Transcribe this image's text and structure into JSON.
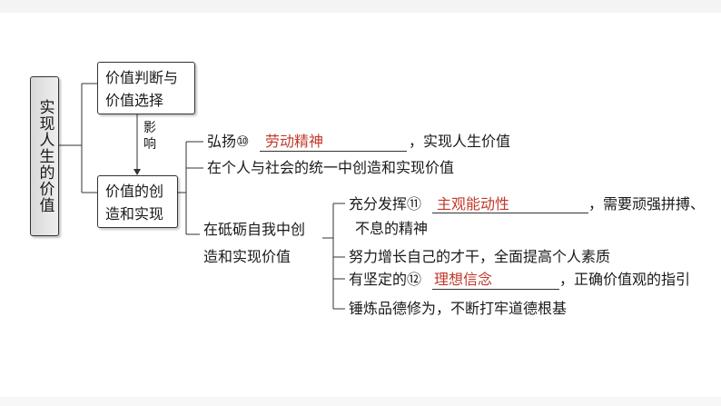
{
  "main_topic": "实现人生的价值",
  "box1": {
    "line1": "价值判断与",
    "line2": "价值选择"
  },
  "box2": {
    "line1": "价值的创",
    "line2": "造和实现"
  },
  "influence": "影响",
  "branch_a": [
    {
      "prefix": "弘扬⑩",
      "answer": "劳动精神",
      "suffix": "，实现人生价值"
    },
    {
      "text": "在个人与社会的统一中创造和实现价值"
    }
  ],
  "branch_b_label": {
    "line1": "在砥砺自我中创",
    "line2": "造和实现价值"
  },
  "branch_b": [
    {
      "prefix": "充分发挥⑪",
      "answer": "主观能动性",
      "suffix": "，需要顽强拼搏、",
      "cont": "不息的精神"
    },
    {
      "text": "努力增长自己的才干，全面提高个人素质"
    },
    {
      "prefix": "有坚定的⑫",
      "answer": "理想信念",
      "suffix": "，正确价值观的指引"
    },
    {
      "text": "锤炼品德修为，不断打牢道德根基"
    }
  ]
}
